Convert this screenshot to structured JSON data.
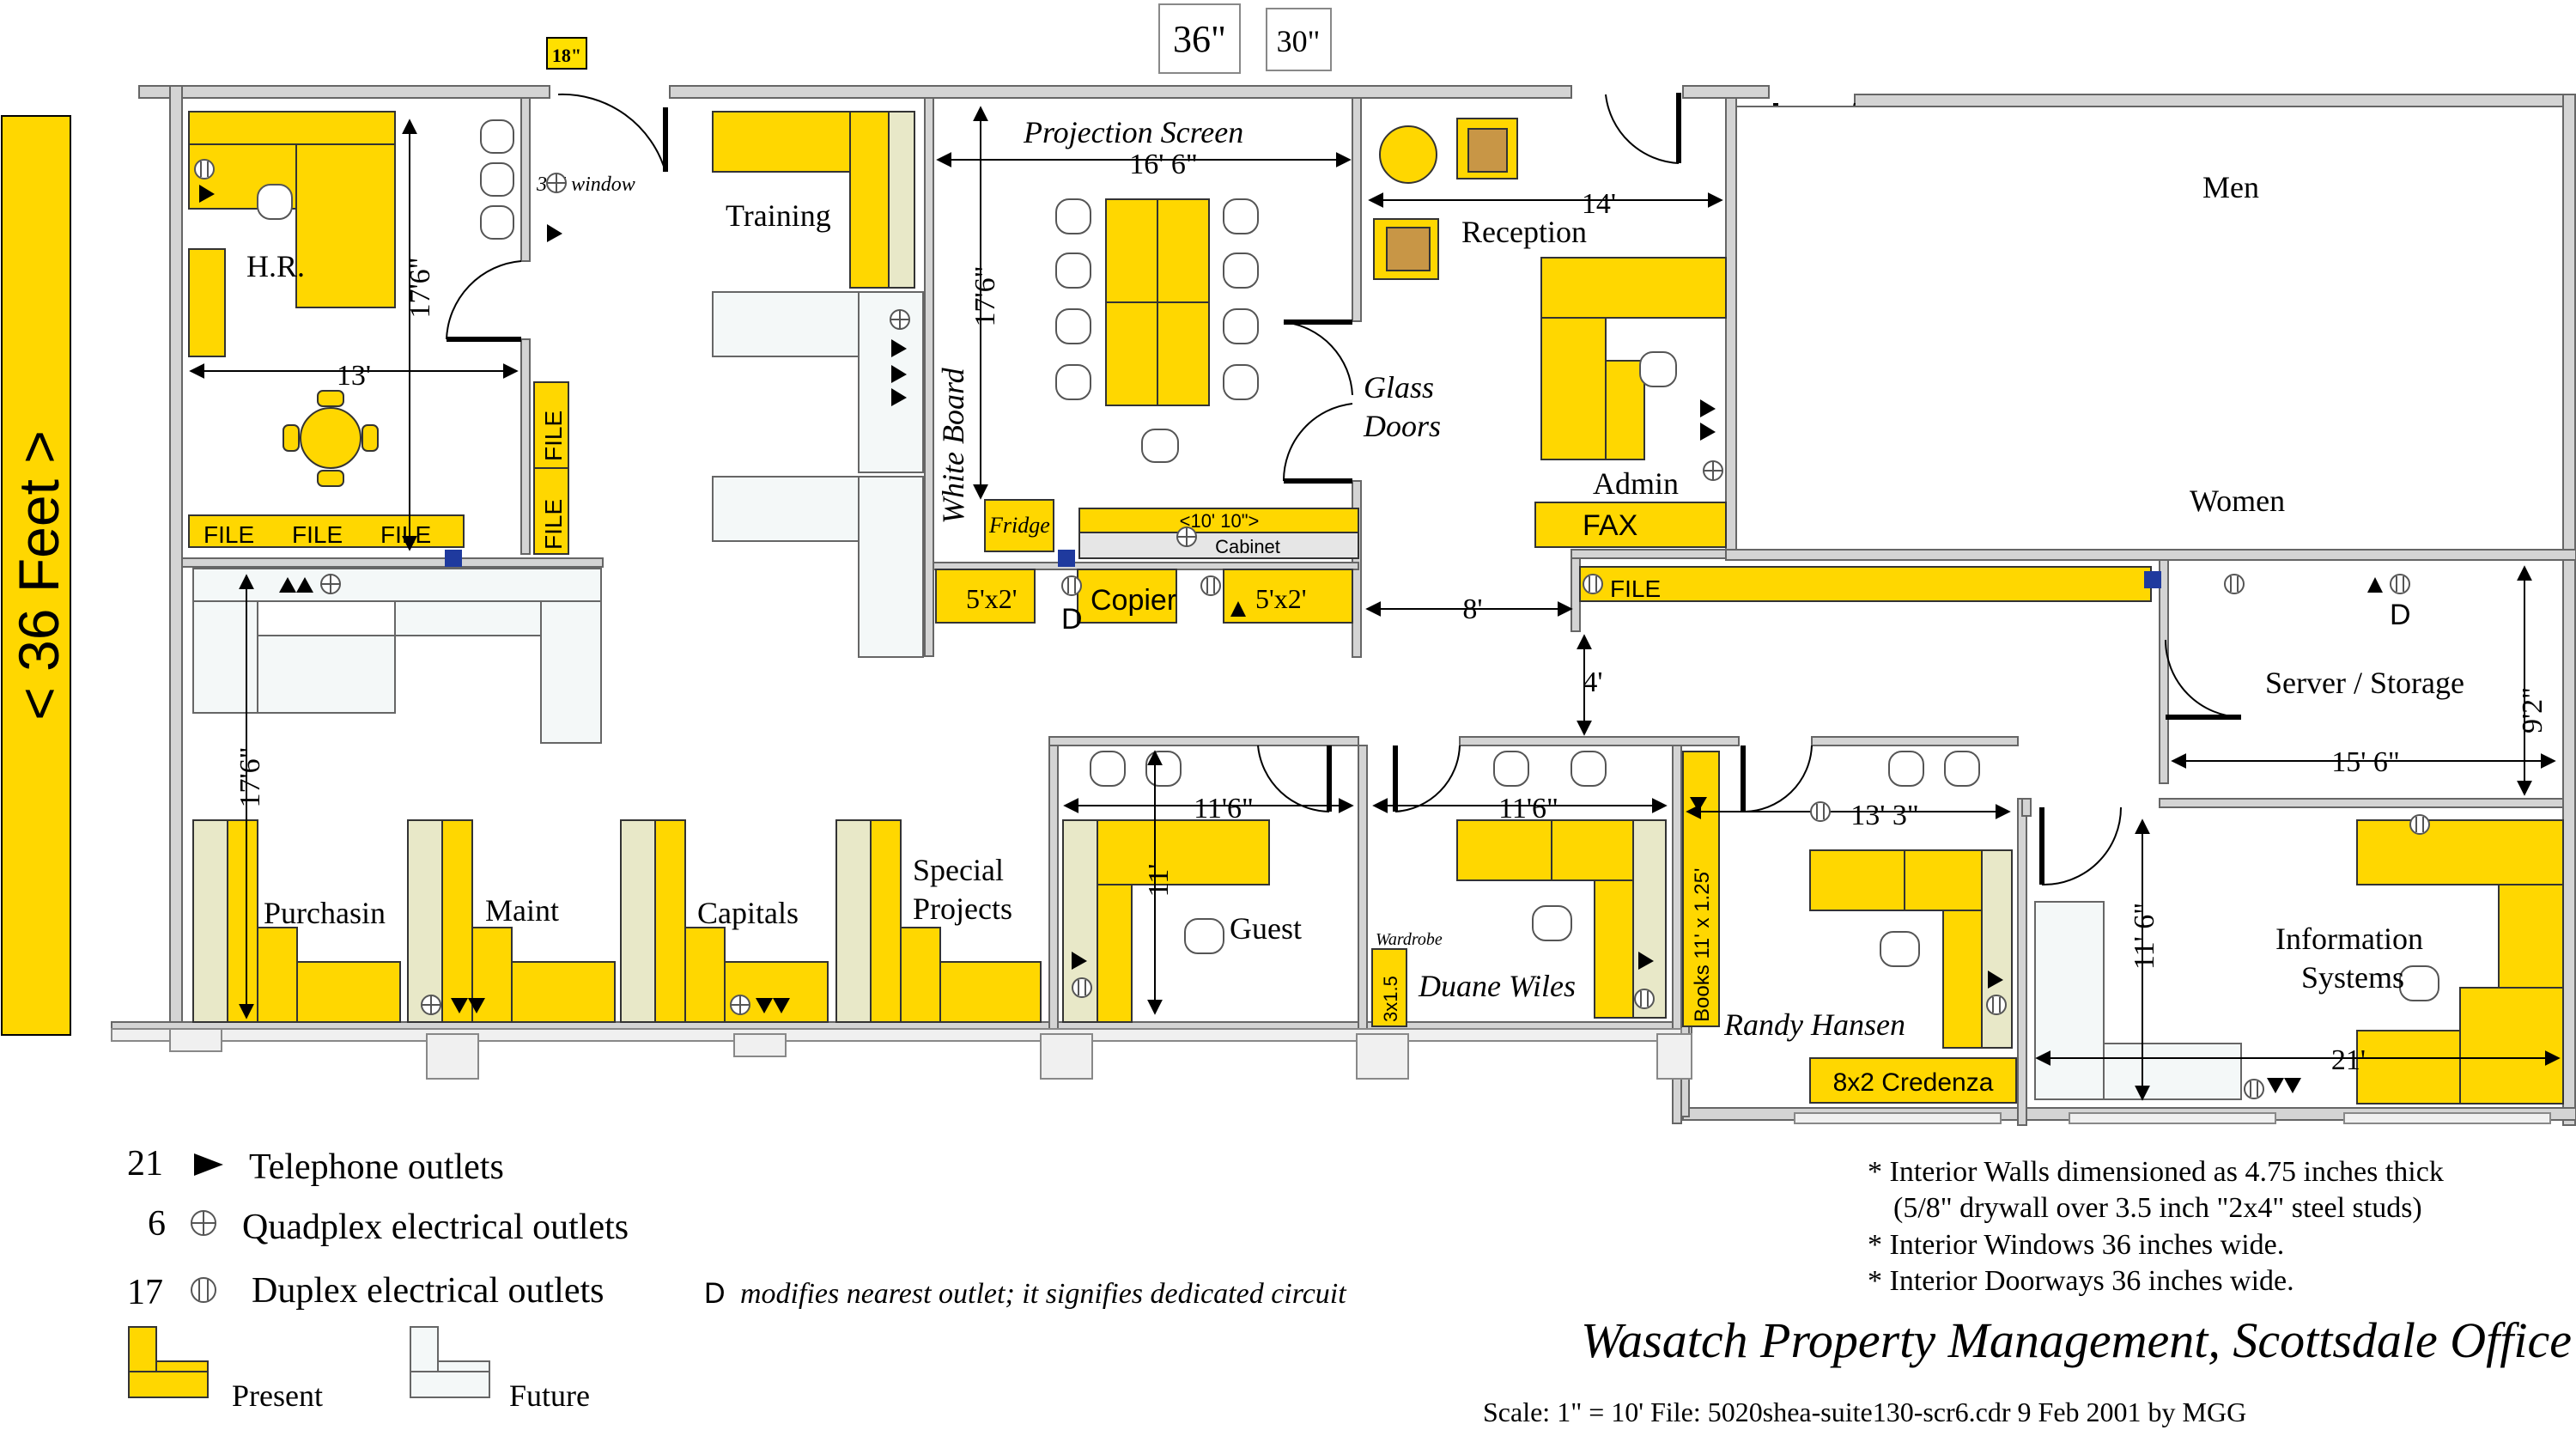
{
  "colors": {
    "present": "#FFD700",
    "future": "#F4F8F8",
    "wall": "#B4B4B4",
    "window_badge": "#FFE000",
    "outlet_marker": "#1F3A9E",
    "chair": "#C89646"
  },
  "side_label": "< 36 Feet >",
  "window_badges": {
    "b18": "18\"",
    "b36": "36\"",
    "b30": "30\""
  },
  "rooms": {
    "hr": "H.R.",
    "training": "Training",
    "projection_screen": "Projection Screen",
    "white_board": "White Board",
    "reception": "Reception",
    "glass_doors_1": "Glass",
    "glass_doors_2": "Doors",
    "admin": "Admin",
    "men": "Men",
    "women": "Women",
    "server_storage": "Server / Storage",
    "purchasing": "Purchasin",
    "maint": "Maint",
    "capitals": "Capitals",
    "special_1": "Special",
    "special_2": "Projects",
    "guest": "Guest",
    "wardrobe": "Wardrobe",
    "duane": "Duane Wiles",
    "randy": "Randy Hansen",
    "info_1": "Information",
    "info_2": "Systems"
  },
  "furniture": {
    "file": "FILE",
    "fax": "FAX",
    "fridge": "Fridge",
    "cabinet_dim": "<10' 10\">",
    "cabinet": "Cabinet",
    "copier": "Copier",
    "five_by_two": "5'x2'",
    "books": "Books  11' x 1.25'",
    "three_by_one": "3x1.5",
    "credenza": "8x2 Credenza"
  },
  "window_note": "36\" window",
  "dimensions": {
    "hr_depth": "17'6\"",
    "hr_width": "13'",
    "conf_width": "16' 6\"",
    "conf_depth": "17'6\"",
    "reception_width": "14'",
    "hall_8": "8'",
    "hall_4": "4'",
    "open_depth": "17'6\"",
    "guest_width": "11'6\"",
    "guest_depth": "11'",
    "duane_width": "11'6\"",
    "randy_width": "13' 3\"",
    "server_width": "15' 6\"",
    "server_depth": "9'2\"",
    "info_depth": "11' 6\"",
    "info_width": "21'"
  },
  "dedicated_mark": "D",
  "legend": {
    "telephone_count": "21",
    "telephone_label": "Telephone outlets",
    "quad_count": "6",
    "quad_label": "Quadplex electrical outlets",
    "duplex_count": "17",
    "duplex_label": "Duplex electrical outlets",
    "d_letter": "D",
    "d_note": "modifies nearest outlet; it signifies dedicated circuit",
    "present": "Present",
    "future": "Future"
  },
  "notes": {
    "line1": "* Interior Walls dimensioned as 4.75 inches thick",
    "line2": "(5/8\" drywall over 3.5 inch \"2x4\" steel studs)",
    "line3": "* Interior Windows 36 inches wide.",
    "line4": "* Interior Doorways 36 inches wide."
  },
  "title": "Wasatch Property Management, Scottsdale Office",
  "scale_line": "Scale: 1\" = 10'  File: 5020shea-suite130-scr6.cdr 9 Feb 2001 by MGG"
}
